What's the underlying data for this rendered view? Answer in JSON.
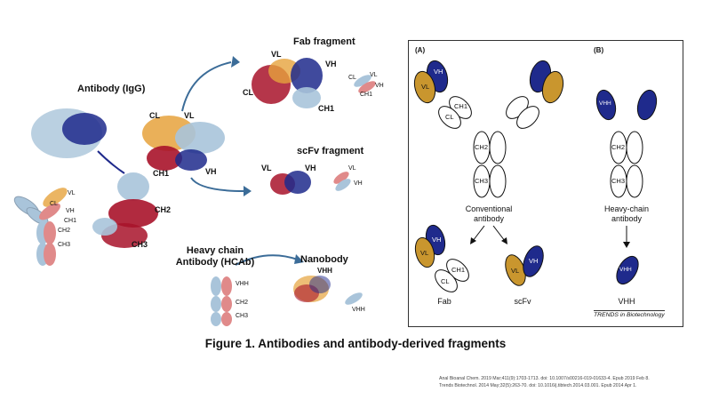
{
  "left": {
    "igg_title": "Antibody (IgG)",
    "fab_title": "Fab fragment",
    "scfv_title": "scFv fragment",
    "hcab_title_line1": "Heavy chain",
    "hcab_title_line2": "Antibody (HCAb)",
    "nanobody_title": "Nanobody",
    "igg_labels": {
      "cl": "CL",
      "vl": "VL",
      "ch1": "CH1",
      "vh": "VH",
      "ch2": "CH2",
      "ch3": "CH3"
    },
    "fab_labels": {
      "vl": "VL",
      "vh": "VH",
      "cl": "CL",
      "ch1": "CH1"
    },
    "fab_schematic": {
      "cl": "CL",
      "vl": "VL",
      "vh": "VH",
      "ch1": "CH1"
    },
    "scfv_labels": {
      "vl": "VL",
      "vh": "VH"
    },
    "scfv_schematic": {
      "vl": "VL",
      "vh": "VH"
    },
    "igg_schematic": {
      "vl": "VL",
      "cl": "CL",
      "vh": "VH",
      "ch1": "CH1",
      "ch2": "CH2",
      "ch3": "CH3"
    },
    "hcab_schematic": {
      "vhh": "VHH",
      "ch2": "CH2",
      "ch3": "CH3"
    },
    "nanobody_labels": {
      "vhh": "VHH",
      "vhh_schem": "VHH"
    }
  },
  "panel": {
    "label_a": "(A)",
    "label_b": "(B)",
    "conventional": {
      "vh_l": "VH",
      "vl_l": "VL",
      "ch1": "CH1",
      "cl": "CL",
      "ch2": "CH2",
      "ch3": "CH3",
      "name_line1": "Conventional",
      "name_line2": "antibody"
    },
    "heavy": {
      "vhh": "VHH",
      "ch2": "CH2",
      "ch3": "CH3",
      "name_line1": "Heavy-chain",
      "name_line2": "antibody"
    },
    "fab": {
      "vh": "VH",
      "vl": "VL",
      "ch1": "CH1",
      "cl": "CL",
      "name": "Fab"
    },
    "scfv": {
      "vl": "VL",
      "vh": "VH",
      "name": "scFv"
    },
    "vhh": {
      "vhh": "VHH",
      "name": "VHH"
    },
    "source": "TRENDS in Biotechnology"
  },
  "caption": "Figure 1. Antibodies and antibody-derived fragments",
  "citations": [
    "Anal Bioanal Chem. 2019 Mar;411(9):1703-1713. doi: 10.1007/s00216-019-01633-4. Epub 2019 Feb 8.",
    "Trends Biotechnol. 2014 May;32(5):263-70. doi: 10.1016/j.tibtech.2014.03.001. Epub 2014 Apr 1."
  ],
  "colors": {
    "vh_blue": "#1f2a8c",
    "vl_gold": "#c9962e",
    "heavy_red": "#a8132a",
    "light_blue": "#a9c4da",
    "orange": "#e6a23c"
  }
}
